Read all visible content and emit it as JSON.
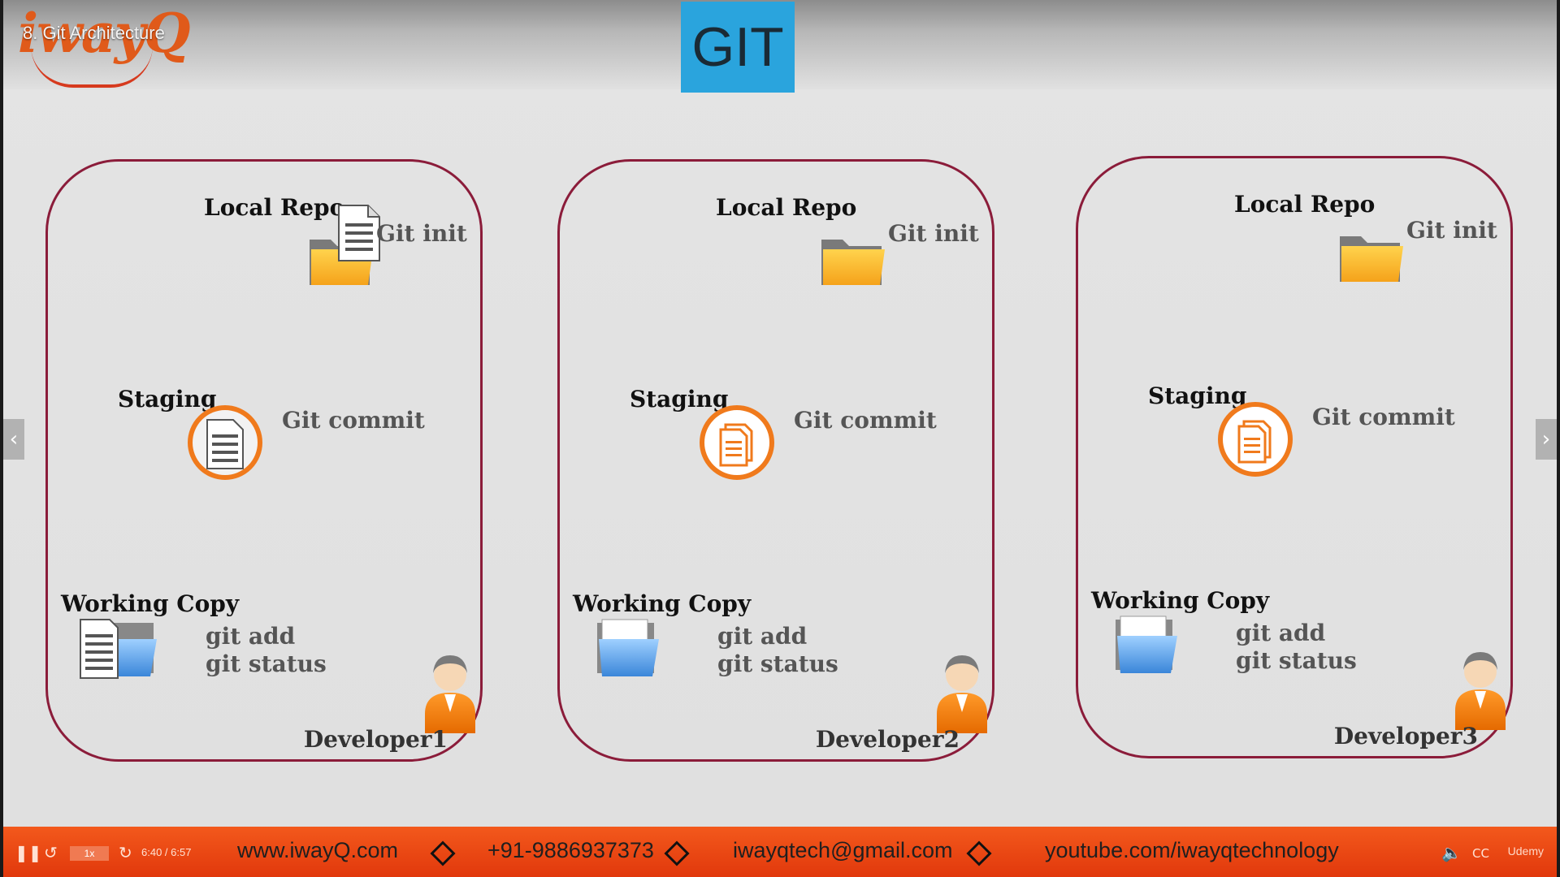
{
  "video": {
    "title": "8. Git Architecture",
    "speed": "1x",
    "time": "6:40 / 6:57",
    "brand": "Udemy"
  },
  "logo": {
    "text": "iwayQ"
  },
  "slide": {
    "badge": "GIT",
    "panels": [
      {
        "local_repo": "Local Repo",
        "git_init": "Git init",
        "staging": "Staging",
        "git_commit": "Git commit",
        "working_copy": "Working Copy",
        "git_add": "git add",
        "git_status": "git status",
        "developer": "Developer1"
      },
      {
        "local_repo": "Local Repo",
        "git_init": "Git init",
        "staging": "Staging",
        "git_commit": "Git commit",
        "working_copy": "Working Copy",
        "git_add": "git add",
        "git_status": "git status",
        "developer": "Developer2"
      },
      {
        "local_repo": "Local Repo",
        "git_init": "Git init",
        "staging": "Staging",
        "git_commit": "Git commit",
        "working_copy": "Working Copy",
        "git_add": "git add",
        "git_status": "git status",
        "developer": "Developer3"
      }
    ]
  },
  "footer": {
    "website": "www.iwayQ.com",
    "phone": "+91-9886937373",
    "email": "iwayqtech@gmail.com",
    "youtube": "youtube.com/iwayqtechnology"
  },
  "colors": {
    "panel_border": "#8b1c3a",
    "badge": "#2aa4dd",
    "accent_orange": "#f07a1c",
    "footer": "#ef4a16"
  },
  "icons": [
    "folder-icon",
    "document-icon",
    "staging-icon",
    "working-copy-icon",
    "developer-icon",
    "play-pause-icon",
    "replay-icon",
    "volume-icon",
    "captions-icon"
  ]
}
